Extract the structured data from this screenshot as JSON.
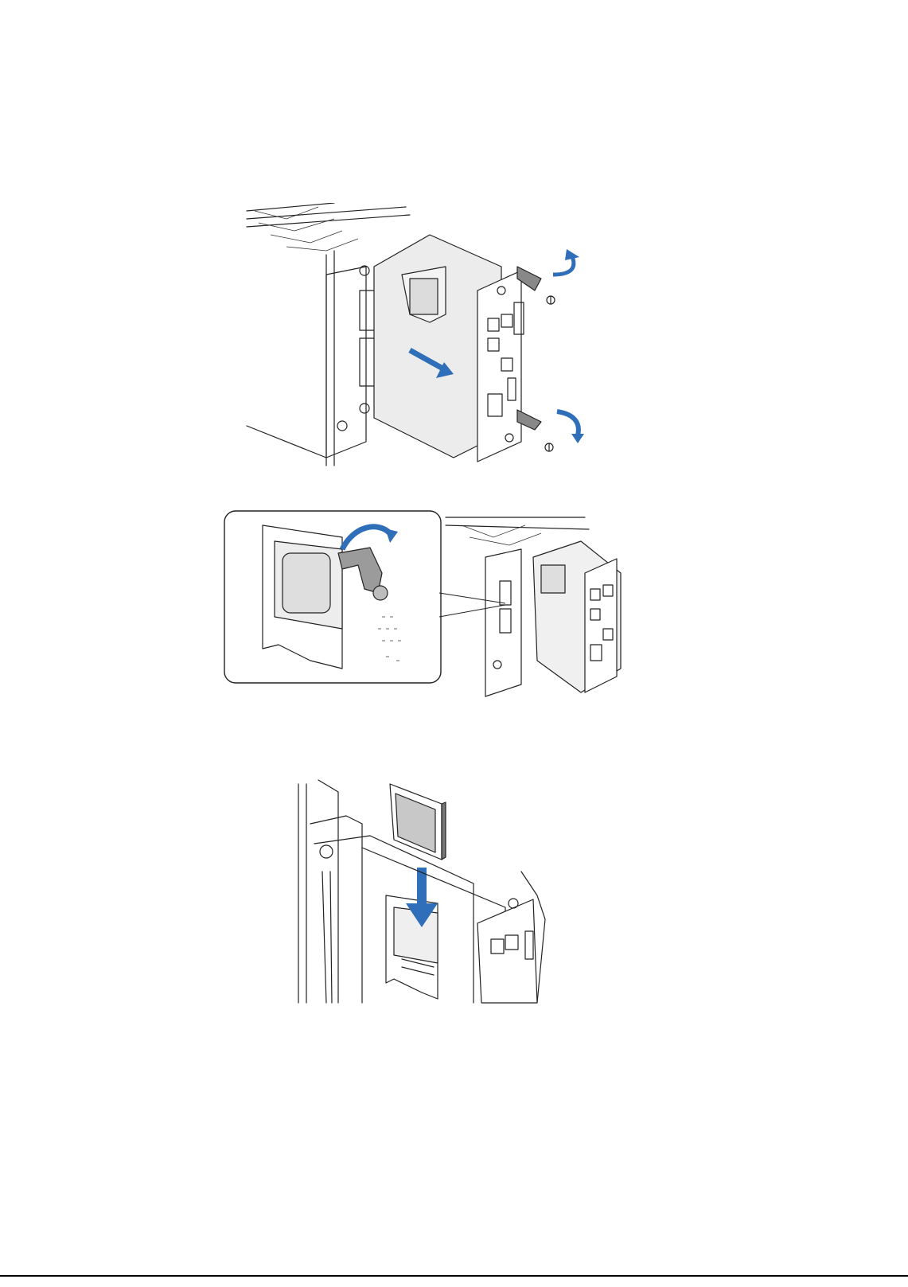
{
  "figures": [
    {
      "icon": "controller-board-removal-illustration"
    },
    {
      "icon": "board-release-latch-detail-illustration"
    },
    {
      "icon": "memory-card-insertion-illustration"
    }
  ],
  "colors": {
    "arrow": "#2f6eb8",
    "line": "#222222",
    "panel": "#e6e6e6",
    "card": "#c8c8c8"
  }
}
